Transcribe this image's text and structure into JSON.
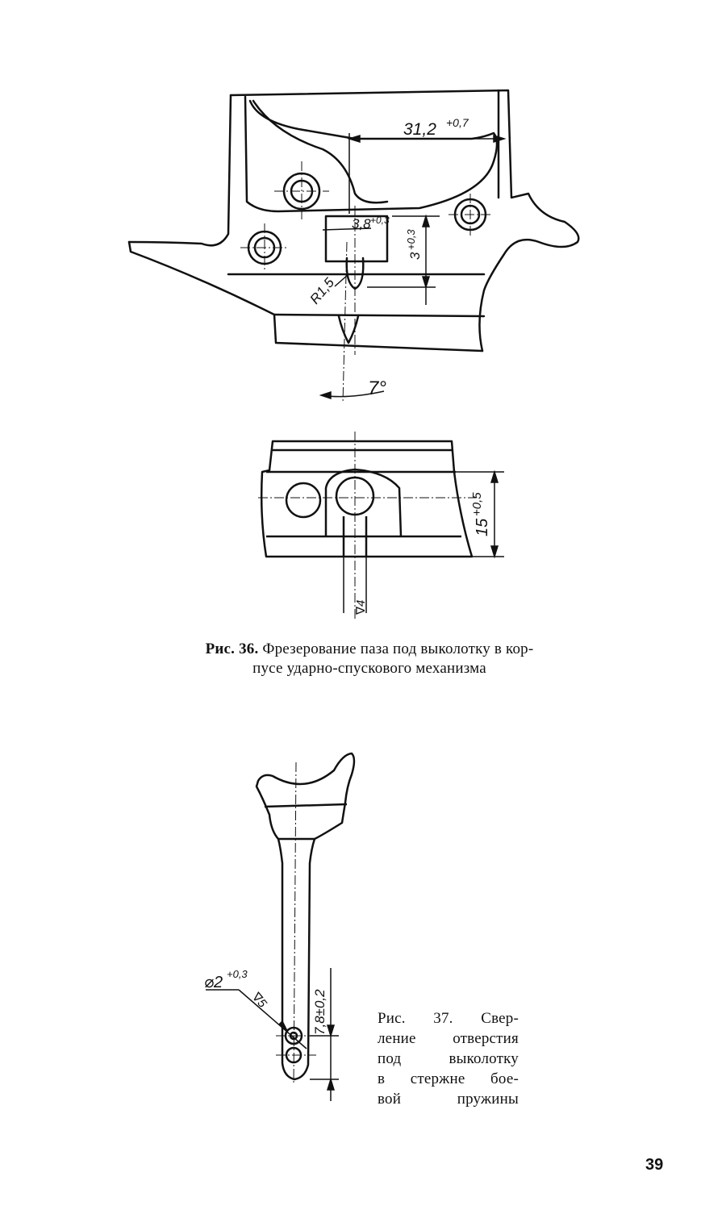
{
  "figure36": {
    "dimensions": {
      "length": "31,2",
      "length_tol": "+0,7",
      "slot_width": "3,8",
      "slot_width_tol": "+0,3",
      "depth": "3",
      "depth_tol": "+0,3",
      "radius": "R1,5",
      "angle": "7°",
      "height": "15",
      "height_tol": "+0,5",
      "finish": "∇4"
    },
    "caption_label": "Рис. 36.",
    "caption_line1": "Фрезерование паза под выколотку в кор-",
    "caption_line2": "пусе ударно-спускового механизма"
  },
  "figure37": {
    "dimensions": {
      "diameter": "⌀2",
      "diameter_tol": "+0,3",
      "finish": "∇5",
      "distance": "7,8±0,2"
    },
    "caption_lines": [
      "Рис. 37. Свер-",
      "ление отверстия",
      "под выколотку",
      "в стержне бое-",
      "вой пружины"
    ]
  },
  "page_number": "39"
}
